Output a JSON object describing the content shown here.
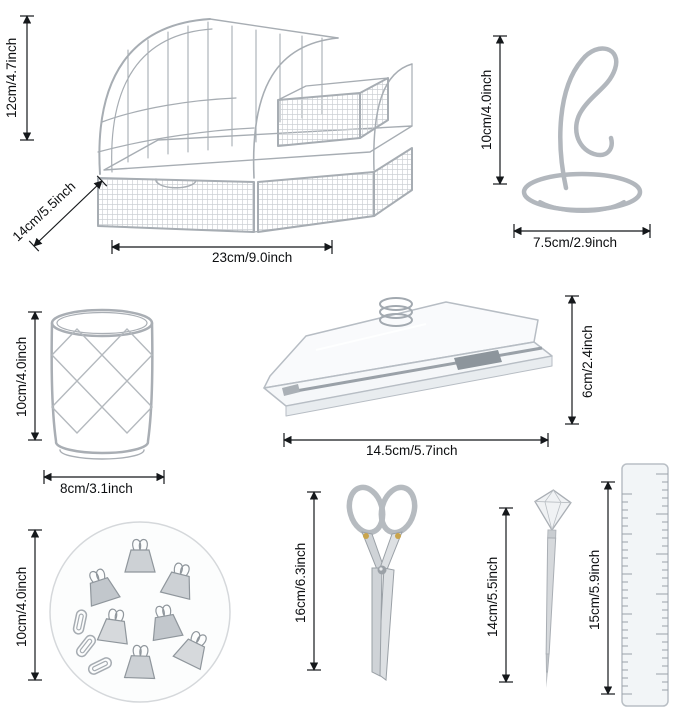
{
  "palette": {
    "metal": "#b2b7bd",
    "dimension_line": "#15181b",
    "background": "#ffffff"
  },
  "dims": {
    "organizer_height": "12cm/4.7inch",
    "organizer_depth": "14cm/5.5inch",
    "organizer_width": "23cm/9.0inch",
    "stand_height": "10cm/4.0inch",
    "stand_width": "7.5cm/2.9inch",
    "pen_cup_height": "10cm/4.0inch",
    "pen_cup_width": "8cm/3.1inch",
    "stapler_width": "14.5cm/5.7inch",
    "stapler_height": "6cm/2.4inch",
    "clips_height": "10cm/4.0inch",
    "scissors_height": "16cm/6.3inch",
    "pen_height": "14cm/5.5inch",
    "ruler_height": "15cm/5.9inch"
  }
}
